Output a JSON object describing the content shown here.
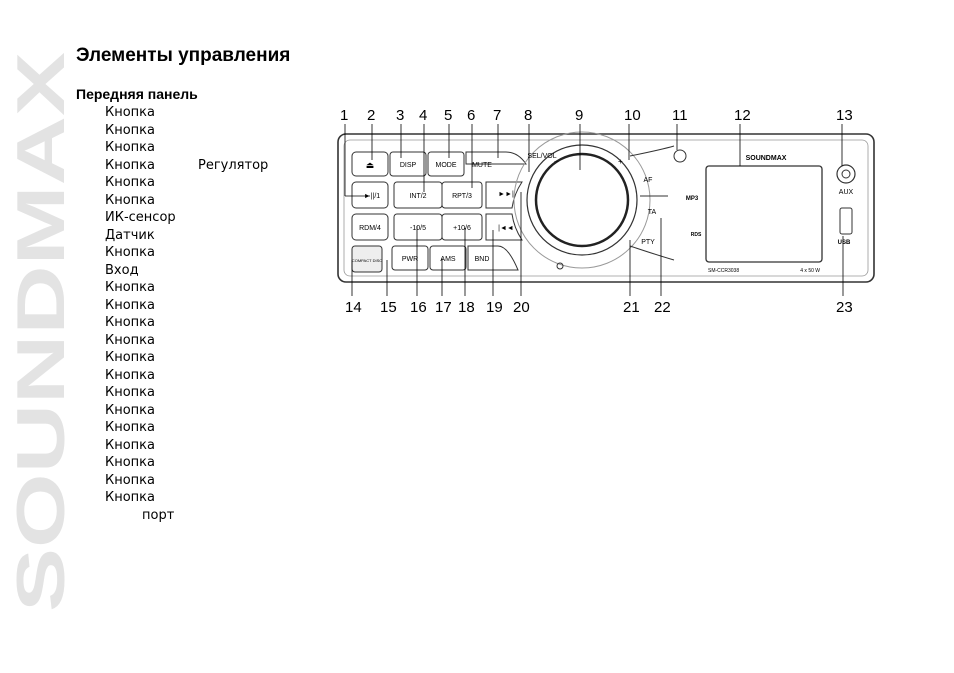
{
  "brand": "SOUNDMAX",
  "title": "Элементы управления",
  "subtitle": "Передняя панель",
  "items": [
    {
      "text": "Кнопка",
      "extra": ""
    },
    {
      "text": "Кнопка",
      "extra": ""
    },
    {
      "text": "Кнопка",
      "extra": ""
    },
    {
      "text": "Кнопка",
      "extra": "Регулятор"
    },
    {
      "text": "Кнопка",
      "extra": ""
    },
    {
      "text": "Кнопка",
      "extra": ""
    },
    {
      "text": "ИК-сенсор",
      "extra": ""
    },
    {
      "text": "Датчик",
      "extra": ""
    },
    {
      "text": "Кнопка",
      "extra": ""
    },
    {
      "text": "Вход",
      "extra": ""
    },
    {
      "text": "Кнопка",
      "extra": ""
    },
    {
      "text": "Кнопка",
      "extra": ""
    },
    {
      "text": "Кнопка",
      "extra": ""
    },
    {
      "text": "Кнопка",
      "extra": ""
    },
    {
      "text": "Кнопка",
      "extra": ""
    },
    {
      "text": "Кнопка",
      "extra": ""
    },
    {
      "text": "Кнопка",
      "extra": ""
    },
    {
      "text": "Кнопка",
      "extra": ""
    },
    {
      "text": "Кнопка",
      "extra": ""
    },
    {
      "text": "Кнопка",
      "extra": ""
    },
    {
      "text": "Кнопка",
      "extra": ""
    },
    {
      "text": "Кнопка",
      "extra": ""
    },
    {
      "text": "Кнопка",
      "extra": ""
    }
  ],
  "port": "порт",
  "diagram": {
    "numbers_top": [
      "1",
      "2",
      "3",
      "4",
      "5",
      "6",
      "7",
      "8",
      "9",
      "10",
      "11",
      "12",
      "13"
    ],
    "numbers_bottom": [
      "14",
      "15",
      "16",
      "17",
      "18",
      "19",
      "20",
      "21",
      "22",
      "23"
    ],
    "buttons": {
      "disp": "DISP",
      "mode": "MODE",
      "mute": "MUTE",
      "play": "►||/1",
      "int": "INT/2",
      "rpt": "RPT/3",
      "rdm": "RDM/4",
      "minus10": "-10/5",
      "plus10": "+10/6",
      "pwr": "PWR",
      "ams": "AMS",
      "bnd": "BND",
      "next": "►►|",
      "prev": "|◄◄",
      "af": "AF",
      "ta": "TA",
      "pty": "PTY",
      "sel_vol": "SEL/VOL",
      "vol_minus": "–",
      "vol_plus": "+",
      "aux": "AUX",
      "usb": "USB",
      "mp3": "MP3",
      "rds": "RDS",
      "cd": "COMPACT DISC",
      "brand": "SOUNDMAX",
      "model": "SM-CCR3038",
      "power": "4 x 50 W"
    }
  }
}
